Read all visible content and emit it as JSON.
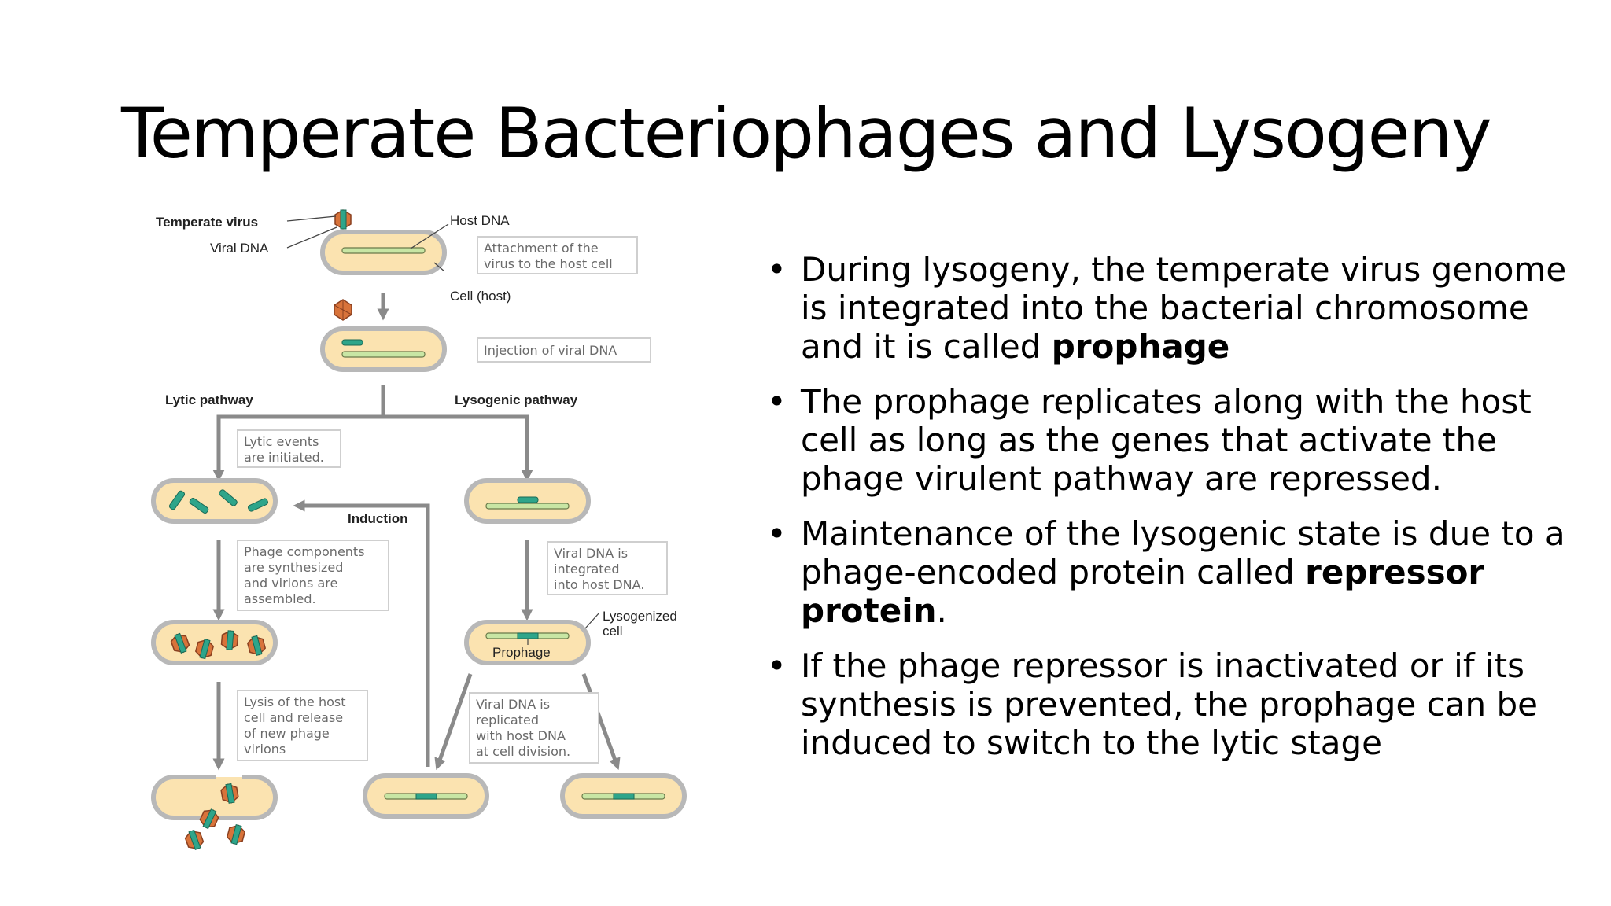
{
  "slide": {
    "title": "Temperate Bacteriophages and Lysogeny"
  },
  "diagram": {
    "labels": {
      "temperate_virus": "Temperate virus",
      "viral_dna": "Viral DNA",
      "host_dna": "Host DNA",
      "cell_host": "Cell (host)",
      "lytic_pathway": "Lytic pathway",
      "lysogenic_pathway": "Lysogenic pathway",
      "induction": "Induction",
      "lysogenized_cell_1": "Lysogenized",
      "lysogenized_cell_2": "cell",
      "prophage": "Prophage"
    },
    "boxes": {
      "attachment": [
        "Attachment of the",
        "virus to the host cell"
      ],
      "injection": [
        "Injection of viral DNA"
      ],
      "lytic_events": [
        "Lytic events",
        "are initiated."
      ],
      "phage_components": [
        "Phage components",
        "are synthesized",
        "and virions are",
        "assembled."
      ],
      "lysis": [
        "Lysis of the host",
        "cell and release",
        "of new phage",
        "virions"
      ],
      "integrated": [
        "Viral DNA is",
        "integrated",
        "into host DNA."
      ],
      "replicated": [
        "Viral DNA is",
        "replicated",
        "with host DNA",
        "at cell division."
      ]
    },
    "colors": {
      "cell_fill": "#fbe3b0",
      "cell_border": "#b8b8b8",
      "dna": "#c8e6a4",
      "viral_dna": "#2ea58a",
      "phage_capsid": "#d8733a",
      "arrow": "#8a8a8a"
    }
  },
  "bullets": [
    {
      "before": "During lysogeny, the temperate virus genome is integrated into the bacterial chromosome and it is called ",
      "bold": "prophage",
      "after": ""
    },
    {
      "before": "The prophage replicates along with the host cell as long as the genes that activate the phage virulent pathway are repressed.",
      "bold": "",
      "after": ""
    },
    {
      "before": "Maintenance of the lysogenic state is due to a phage-encoded protein called ",
      "bold": "repressor protein",
      "after": "."
    },
    {
      "before": "If the phage repressor is inactivated or if its synthesis is prevented, the prophage can be induced to switch to the lytic stage",
      "bold": "",
      "after": ""
    }
  ]
}
